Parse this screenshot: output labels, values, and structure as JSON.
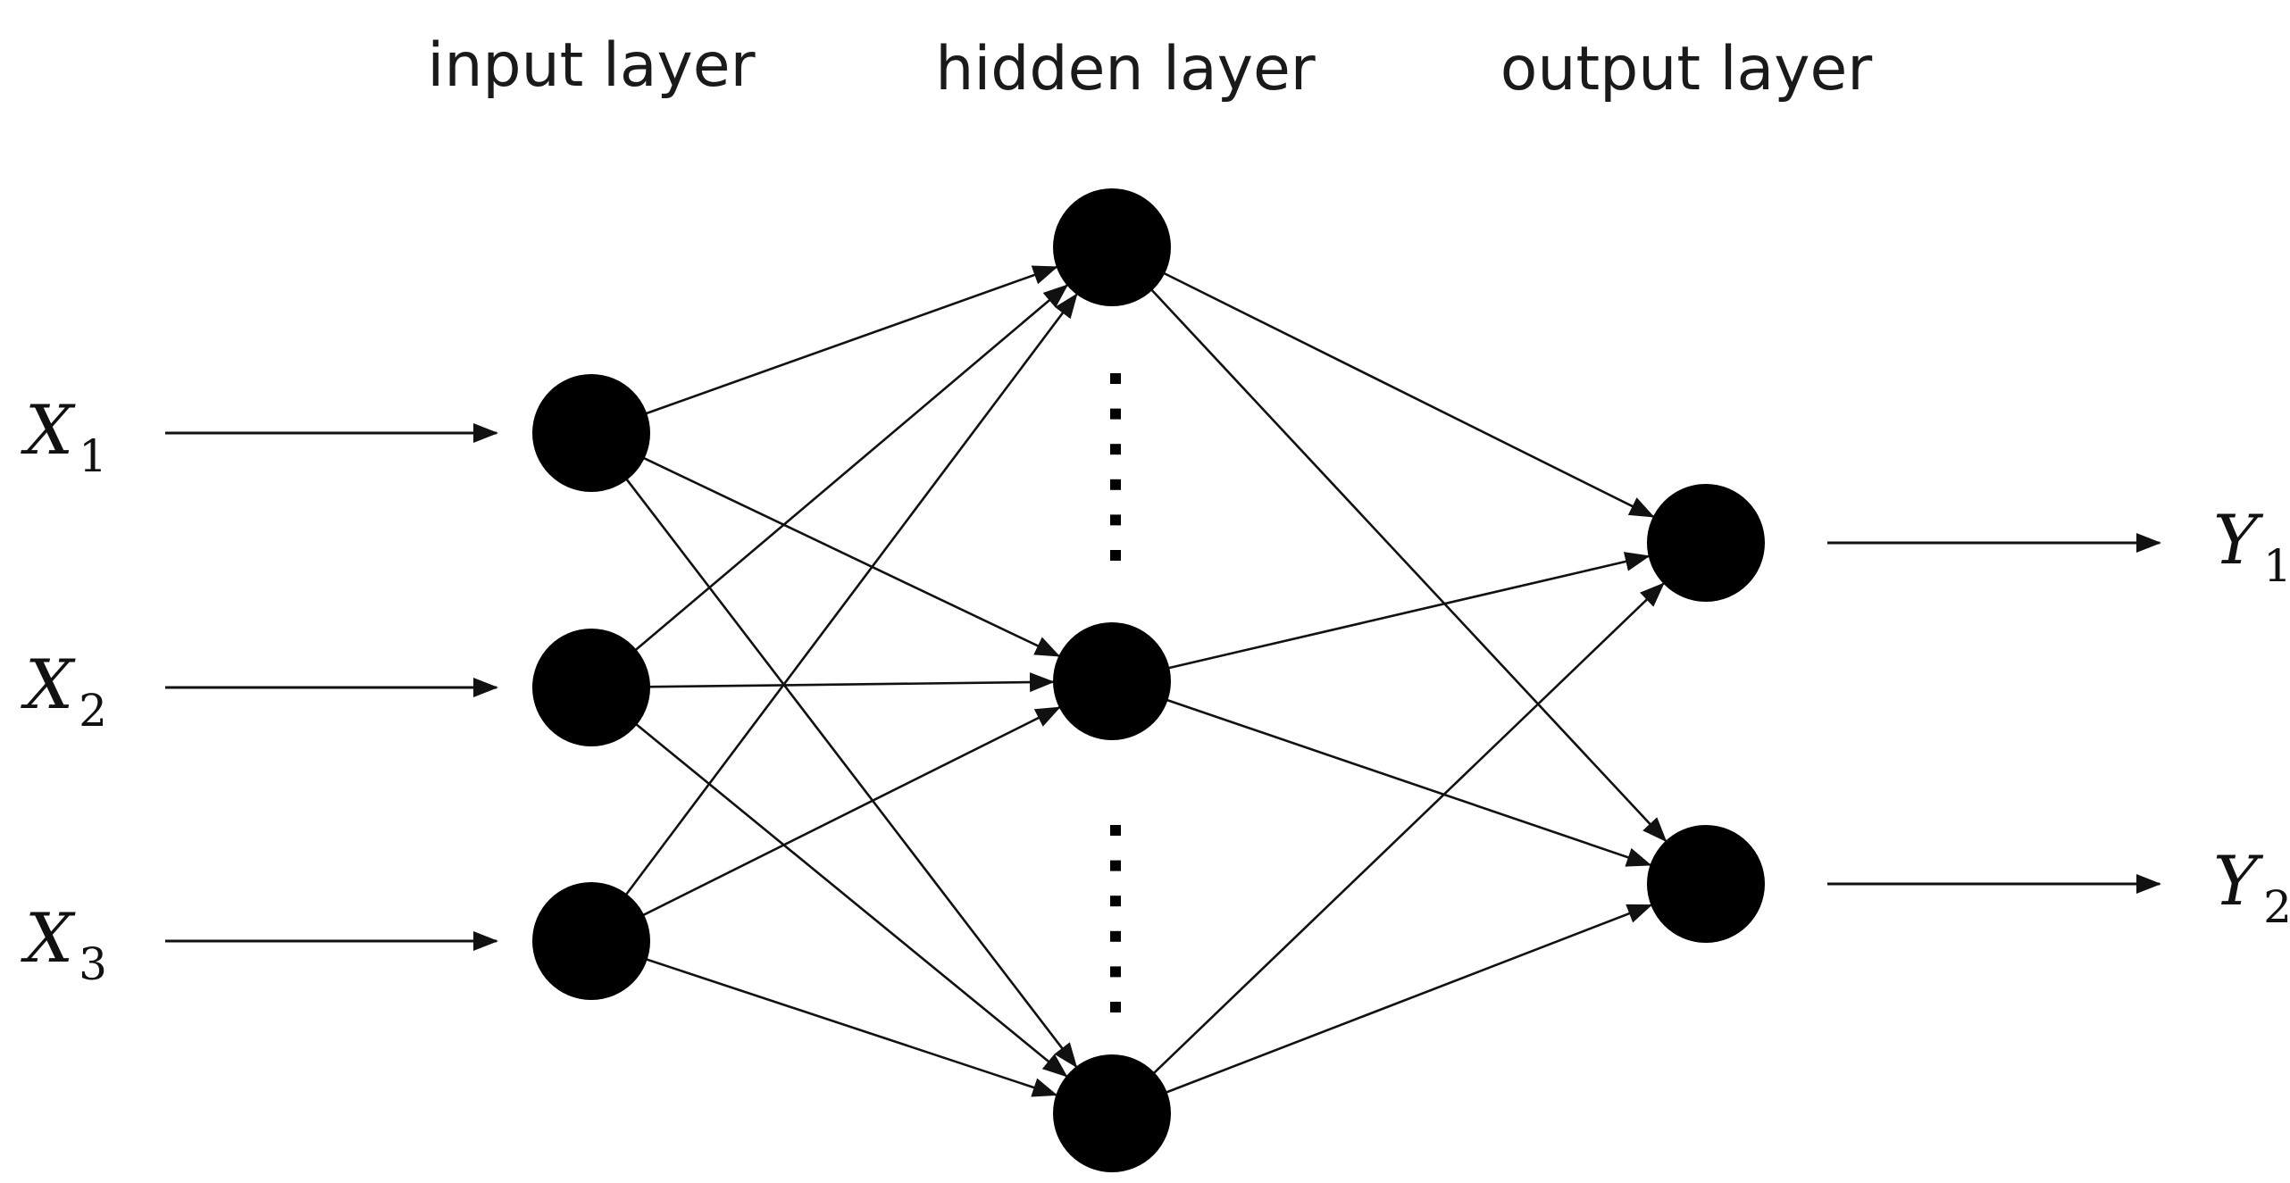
{
  "diagram": {
    "titles": {
      "input": "input layer",
      "hidden": "hidden layer",
      "output": "output layer"
    },
    "inputs": [
      {
        "base": "X",
        "sub": "1"
      },
      {
        "base": "X",
        "sub": "2"
      },
      {
        "base": "X",
        "sub": "3"
      }
    ],
    "outputs": [
      {
        "base": "Y",
        "sub": "1"
      },
      {
        "base": "Y",
        "sub": "2"
      }
    ],
    "connections": {
      "input_to_hidden": "fully-connected",
      "hidden_to_output": "fully-connected",
      "hidden_ellipsis_groups": 2
    },
    "colors": {
      "node": "#000000",
      "line": "#111111",
      "background": "#ffffff"
    }
  }
}
